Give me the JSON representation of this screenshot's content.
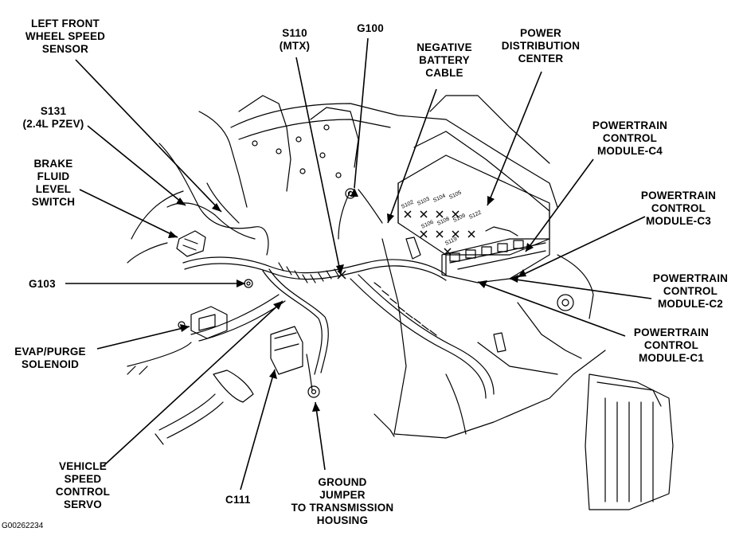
{
  "diagram": {
    "figure_id": "G00262234",
    "labels": {
      "left_front_wheel_speed_sensor": "LEFT FRONT\nWHEEL SPEED\nSENSOR",
      "s131": "S131\n(2.4L PZEV)",
      "brake_fluid_level_switch": "BRAKE\nFLUID\nLEVEL\nSWITCH",
      "g103": "G103",
      "evap_purge_solenoid": "EVAP/PURGE\nSOLENOID",
      "vehicle_speed_control_servo": "VEHICLE\nSPEED\nCONTROL\nSERVO",
      "c111": "C111",
      "ground_jumper": "GROUND\nJUMPER\nTO TRANSMISSION\nHOUSING",
      "s110": "S110\n(MTX)",
      "g100": "G100",
      "negative_battery_cable": "NEGATIVE\nBATTERY\nCABLE",
      "power_distribution_center": "POWER\nDISTRIBUTION\nCENTER",
      "pcm_c4": "POWERTRAIN\nCONTROL\nMODULE-C4",
      "pcm_c3": "POWERTRAIN\nCONTROL\nMODULE-C3",
      "pcm_c2": "POWERTRAIN\nCONTROL\nMODULE-C2",
      "pcm_c1": "POWERTRAIN\nCONTROL\nMODULE-C1"
    },
    "splice_labels": [
      "S102",
      "S103",
      "S104",
      "S105",
      "S106",
      "S108",
      "S109",
      "S122",
      "S119"
    ]
  }
}
